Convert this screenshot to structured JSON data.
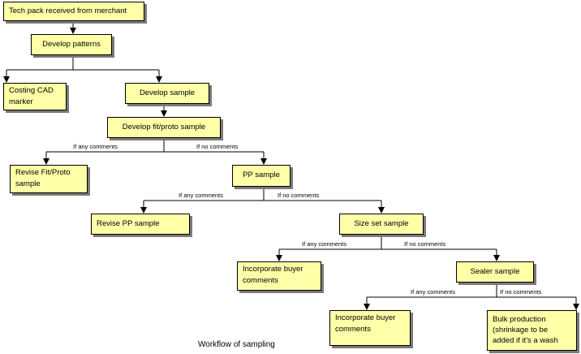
{
  "diagram": {
    "nodes": {
      "tech_pack": "Tech pack received from merchant",
      "develop_patterns": "Develop patterns",
      "costing_cad": "Costing CAD\nmarker",
      "develop_sample": "Develop sample",
      "develop_fit_proto": "Develop fit/proto sample",
      "revise_fit_proto": "Revise Fit/Proto\nsample",
      "pp_sample": "PP sample",
      "revise_pp": "Revise PP sample",
      "size_set": "Size set sample",
      "incorporate_buyer_1": "Incorporate buyer\ncomments",
      "sealer_sample": "Sealer sample",
      "incorporate_buyer_2": "Incorporate buyer\ncomments",
      "bulk_production": "Bulk production\n(shrinkage to be\nadded if it's a wash"
    },
    "branch_labels": {
      "fit_any": "If any comments",
      "fit_no": "If no comments",
      "pp_any": "If any comments",
      "pp_no": "If no comments",
      "size_any": "If any comments",
      "size_no": "If no comments",
      "sealer_any": "If any comments",
      "sealer_no": "If no comments"
    },
    "caption": "Workflow of sampling"
  }
}
